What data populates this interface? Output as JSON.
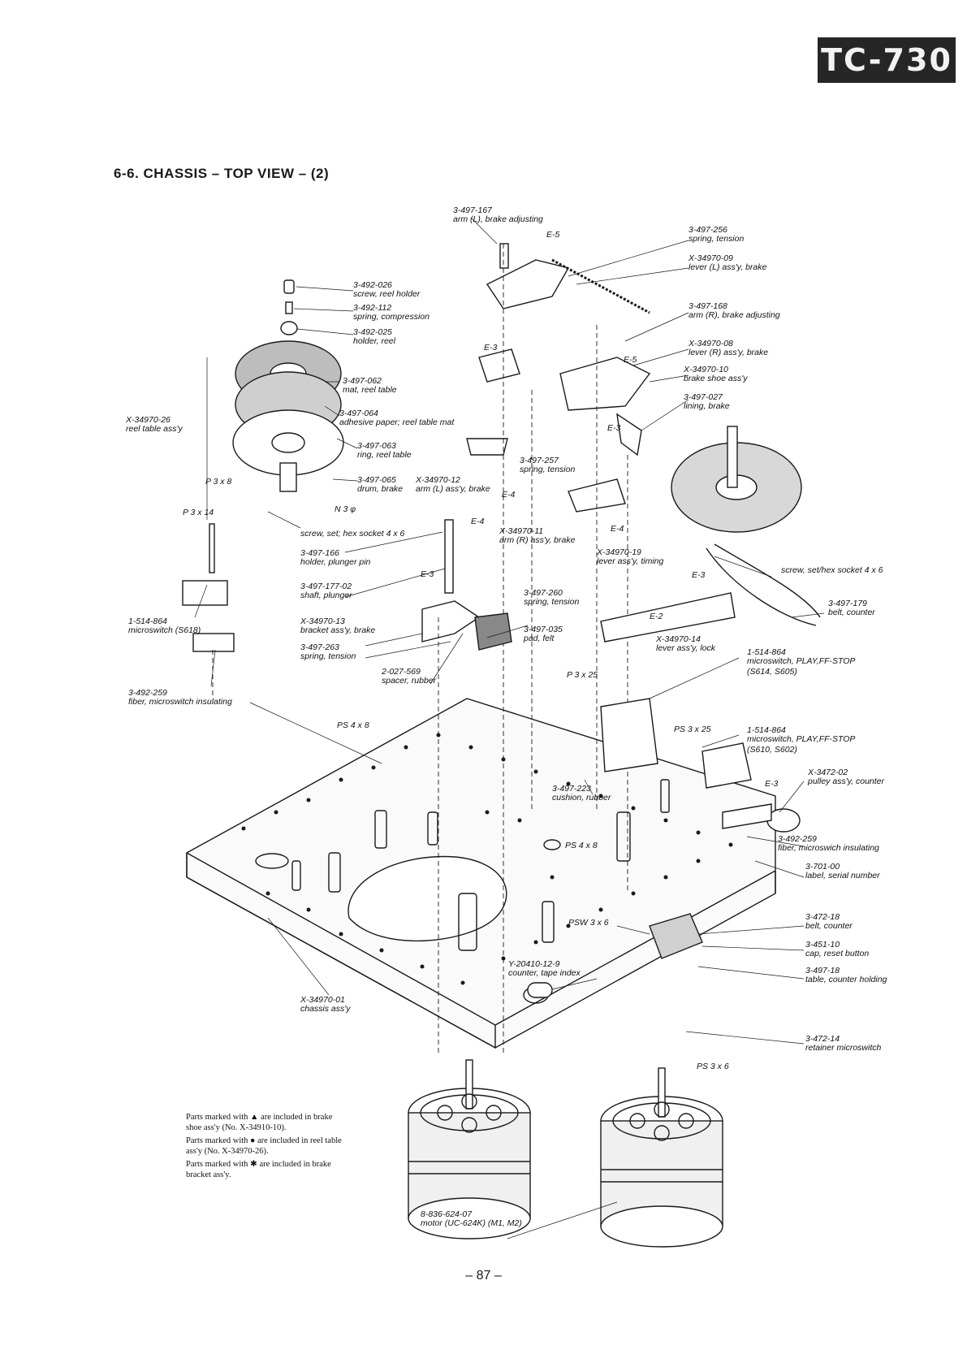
{
  "header": {
    "model_badge": "TC-730"
  },
  "section_title": "6-6.  CHASSIS – TOP VIEW – (2)",
  "labels": [
    {
      "pn": "3-497-167",
      "desc": "arm (L), brake adjusting"
    },
    {
      "pn": "E-5",
      "desc": ""
    },
    {
      "pn": "3-497-256",
      "desc": "spring, tension"
    },
    {
      "pn": "X-34970-09",
      "desc": "lever (L) ass'y, brake"
    },
    {
      "pn": "3-492-026",
      "desc": "screw, reel holder"
    },
    {
      "pn": "3-492-112",
      "desc": "spring, compression"
    },
    {
      "pn": "3-492-025",
      "desc": "holder, reel"
    },
    {
      "pn": "3-497-168",
      "desc": "arm (R), brake adjusting"
    },
    {
      "pn": "X-34970-08",
      "desc": "lever (R) ass'y, brake"
    },
    {
      "pn": "X-34970-10",
      "desc": "brake shoe ass'y"
    },
    {
      "pn": "3-497-027",
      "desc": "lining, brake"
    },
    {
      "pn": "E-3",
      "desc": ""
    },
    {
      "pn": "E-5",
      "desc": ""
    },
    {
      "pn": "3-497-062",
      "desc": "mat, reel table"
    },
    {
      "pn": "3-497-064",
      "desc": "adhesive paper; reel table mat"
    },
    {
      "pn": "X-34970-26",
      "desc": "reel table ass'y"
    },
    {
      "pn": "3-497-063",
      "desc": "ring, reel table"
    },
    {
      "pn": "E-3",
      "desc": ""
    },
    {
      "pn": "3-497-257",
      "desc": "spring, tension"
    },
    {
      "pn": "P 3 x 8",
      "desc": ""
    },
    {
      "pn": "3-497-065",
      "desc": "drum, brake"
    },
    {
      "pn": "X-34970-12",
      "desc": "arm (L) ass'y, brake"
    },
    {
      "pn": "E-4",
      "desc": ""
    },
    {
      "pn": "N 3 φ",
      "desc": ""
    },
    {
      "pn": "P 3 x 14",
      "desc": ""
    },
    {
      "pn": "E-4",
      "desc": ""
    },
    {
      "pn": "screw, set; hex socket 4 x 6",
      "desc": ""
    },
    {
      "pn": "X-34970-11",
      "desc": "arm (R) ass'y, brake"
    },
    {
      "pn": "E-4",
      "desc": ""
    },
    {
      "pn": "3-497-166",
      "desc": "holder, plunger pin"
    },
    {
      "pn": "X-34970-19",
      "desc": "lever ass'y, timing"
    },
    {
      "pn": "E-3",
      "desc": ""
    },
    {
      "pn": "screw, set/hex socket 4 x 6",
      "desc": ""
    },
    {
      "pn": "3-497-177-02",
      "desc": "shaft, plunger"
    },
    {
      "pn": "E-3",
      "desc": ""
    },
    {
      "pn": "3-497-260",
      "desc": "spring, tension"
    },
    {
      "pn": "3-497-179",
      "desc": "belt, counter"
    },
    {
      "pn": "1-514-864",
      "desc": "microswitch (S618)"
    },
    {
      "pn": "X-34970-13",
      "desc": "bracket ass'y, brake"
    },
    {
      "pn": "3-497-035",
      "desc": "pad, felt"
    },
    {
      "pn": "E-2",
      "desc": ""
    },
    {
      "pn": "X-34970-14",
      "desc": "lever ass'y, lock"
    },
    {
      "pn": "3-497-263",
      "desc": "spring, tension"
    },
    {
      "pn": "1-514-864",
      "desc": "microswitch, PLAY,FF-STOP"
    },
    {
      "pn": "(S614, S605)",
      "desc": ""
    },
    {
      "pn": "2-027-569",
      "desc": "spacer, rubber"
    },
    {
      "pn": "P 3 x 25",
      "desc": ""
    },
    {
      "pn": "3-492-259",
      "desc": "fiber, microswitch insulating"
    },
    {
      "pn": "PS 4 x 8",
      "desc": ""
    },
    {
      "pn": "PS 3 x 25",
      "desc": ""
    },
    {
      "pn": "1-514-864",
      "desc": "microswitch, PLAY,FF-STOP"
    },
    {
      "pn": "(S610, S602)",
      "desc": ""
    },
    {
      "pn": "X-3472-02",
      "desc": "pulley ass'y, counter"
    },
    {
      "pn": "E-3",
      "desc": ""
    },
    {
      "pn": "3-497-223",
      "desc": "cushion, rubber"
    },
    {
      "pn": "PS 4 x 8",
      "desc": ""
    },
    {
      "pn": "3-492-259",
      "desc": "fiber, microswich  insulating"
    },
    {
      "pn": "3-701-00",
      "desc": "label, serial  number"
    },
    {
      "pn": "PSW 3 x 6",
      "desc": ""
    },
    {
      "pn": "3-472-18",
      "desc": "belt, counter"
    },
    {
      "pn": "3-451-10",
      "desc": "cap, reset button"
    },
    {
      "pn": "Y-20410-12-9",
      "desc": "counter, tape index"
    },
    {
      "pn": "3-497-18",
      "desc": "table, counter holding"
    },
    {
      "pn": "X-34970-01",
      "desc": "chassis ass'y"
    },
    {
      "pn": "3-472-14",
      "desc": "retainer microswitch"
    },
    {
      "pn": "PS 3 x 6",
      "desc": ""
    },
    {
      "pn": "8-836-624-07",
      "desc": "motor (UC-624K) (M1, M2)"
    }
  ],
  "footnotes": [
    "Parts marked with ▲ are included in brake shoe ass'y (No. X-34910-10).",
    "Parts marked with ● are included in reel table ass'y (No. X-34970-26).",
    "Parts marked with ✱ are included in brake bracket ass'y."
  ],
  "page_number": "– 87 –"
}
